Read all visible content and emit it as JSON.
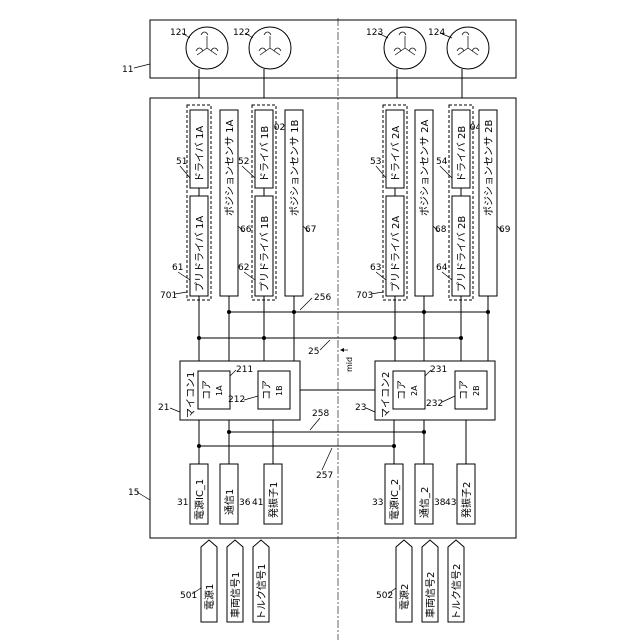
{
  "labels": {
    "ref_11": "11",
    "ref_15": "15",
    "ref_25": "25",
    "mid": "mid",
    "motors": [
      {
        "ref": "121"
      },
      {
        "ref": "122"
      },
      {
        "ref": "123"
      },
      {
        "ref": "124"
      }
    ],
    "drivers": [
      {
        "text": "ドライバ 1A",
        "ref": "51"
      },
      {
        "text": "ドライバ 1B",
        "ref": "52"
      },
      {
        "text": "ドライバ 2A",
        "ref": "53"
      },
      {
        "text": "ドライバ 2B",
        "ref": "54"
      }
    ],
    "predrivers": [
      {
        "text": "プリドライバ 1A",
        "ref": "61"
      },
      {
        "text": "プリドライバ 1B",
        "ref": "62"
      },
      {
        "text": "プリドライバ 2A",
        "ref": "63"
      },
      {
        "text": "プリドライバ 2B",
        "ref": "64"
      }
    ],
    "sensors": [
      {
        "text": "ポジションセンサ 1A",
        "ref": "66"
      },
      {
        "text": "ポジションセンサ 1B",
        "ref": "67"
      },
      {
        "text": "ポジションセンサ 2A",
        "ref": "68"
      },
      {
        "text": "ポジションセンサ 2B",
        "ref": "69"
      }
    ],
    "groups": [
      {
        "ref": "701"
      },
      {
        "ref": "702"
      },
      {
        "ref": "703"
      },
      {
        "ref": "704"
      }
    ],
    "mcu1": {
      "title": "マイコン1",
      "ref": "21",
      "core_a": {
        "text": "コア",
        "sub": "1A",
        "ref": "211"
      },
      "core_b": {
        "text": "コア",
        "sub": "1B",
        "ref": "212"
      }
    },
    "mcu2": {
      "title": "マイコン2",
      "ref": "23",
      "core_a": {
        "text": "コア",
        "sub": "2A",
        "ref": "231"
      },
      "core_b": {
        "text": "コア",
        "sub": "2B",
        "ref": "232"
      }
    },
    "bus_refs": {
      "b256": "256",
      "b257": "257",
      "b258": "258"
    },
    "lower": [
      {
        "text": "電源IC_1",
        "ref": "31"
      },
      {
        "text": "通信1",
        "ref": "36"
      },
      {
        "text": "発振子1",
        "ref": "41"
      },
      {
        "text": "電源IC_2",
        "ref": "33"
      },
      {
        "text": "通信_2",
        "ref": "38"
      },
      {
        "text": "発振子2",
        "ref": "43"
      }
    ],
    "inputs": [
      {
        "text": "電源1"
      },
      {
        "text": "車両信号1"
      },
      {
        "text": "トルク信号1"
      },
      {
        "text": "電源2"
      },
      {
        "text": "車両信号2"
      },
      {
        "text": "トルク信号2"
      }
    ],
    "input_refs": {
      "left": "501",
      "right": "502"
    }
  }
}
